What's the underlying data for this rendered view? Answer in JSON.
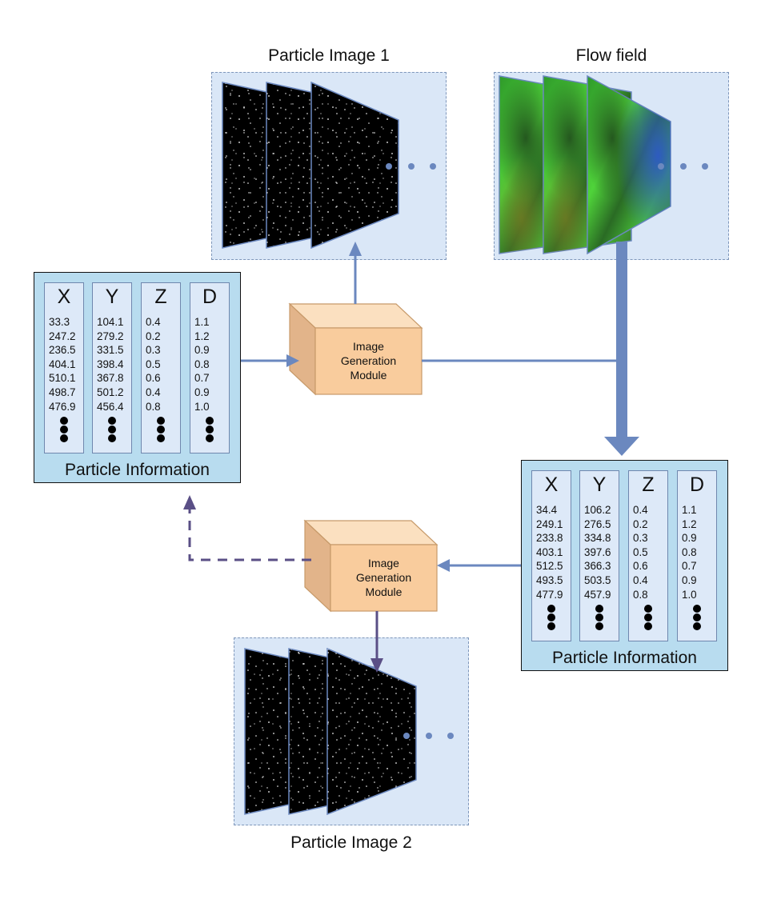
{
  "captions": {
    "particle_image_1": "Particle Image 1",
    "flow_field": "Flow field",
    "particle_image_2": "Particle Image 2"
  },
  "module": {
    "line1": "Image",
    "line2": "Generation",
    "line3": "Module"
  },
  "info_left": {
    "title": "Particle Information",
    "columns": [
      {
        "header": "X",
        "values": [
          "33.3",
          "247.2",
          "236.5",
          "404.1",
          "510.1",
          "498.7",
          "476.9"
        ]
      },
      {
        "header": "Y",
        "values": [
          "104.1",
          "279.2",
          "331.5",
          "398.4",
          "367.8",
          "501.2",
          "456.4"
        ]
      },
      {
        "header": "Z",
        "values": [
          "0.4",
          "0.2",
          "0.3",
          "0.5",
          "0.6",
          "0.4",
          "0.8"
        ]
      },
      {
        "header": "D",
        "values": [
          "1.1",
          "1.2",
          "0.9",
          "0.8",
          "0.7",
          "0.9",
          "1.0"
        ]
      }
    ]
  },
  "info_right": {
    "title": "Particle Information",
    "columns": [
      {
        "header": "X",
        "values": [
          "34.4",
          "249.1",
          "233.8",
          "403.1",
          "512.5",
          "493.5",
          "477.9"
        ]
      },
      {
        "header": "Y",
        "values": [
          "106.2",
          "276.5",
          "334.8",
          "397.6",
          "366.3",
          "503.5",
          "457.9"
        ]
      },
      {
        "header": "Z",
        "values": [
          "0.4",
          "0.2",
          "0.3",
          "0.5",
          "0.6",
          "0.4",
          "0.8"
        ]
      },
      {
        "header": "D",
        "values": [
          "1.1",
          "1.2",
          "0.9",
          "0.8",
          "0.7",
          "0.9",
          "1.0"
        ]
      }
    ]
  },
  "colors": {
    "arrow_blue": "#6b88bf",
    "arrow_purple": "#5a4f86",
    "panel_fill": "#dae7f7",
    "info_fill": "#b8dcef",
    "module_front": "#f9cc9d",
    "module_side": "#e2b48a"
  }
}
